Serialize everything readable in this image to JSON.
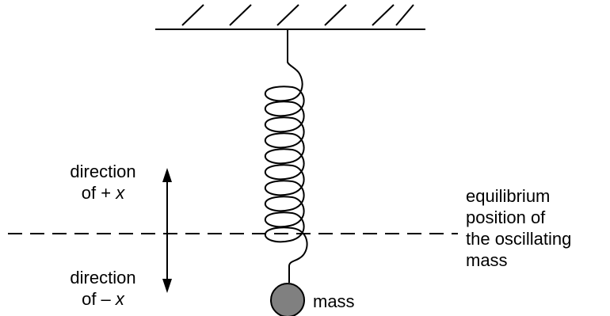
{
  "labels": {
    "plus_direction": {
      "line1": "direction",
      "line2_prefix": "of + ",
      "line2_var": "x"
    },
    "minus_direction": {
      "line1": "direction",
      "line2_prefix": "of – ",
      "line2_var": "x"
    },
    "mass": "mass",
    "equilibrium": [
      "equilibrium",
      "position of",
      "the oscillating",
      "mass"
    ]
  },
  "colors": {
    "line": "#000000",
    "mass_fill": "#808080"
  }
}
